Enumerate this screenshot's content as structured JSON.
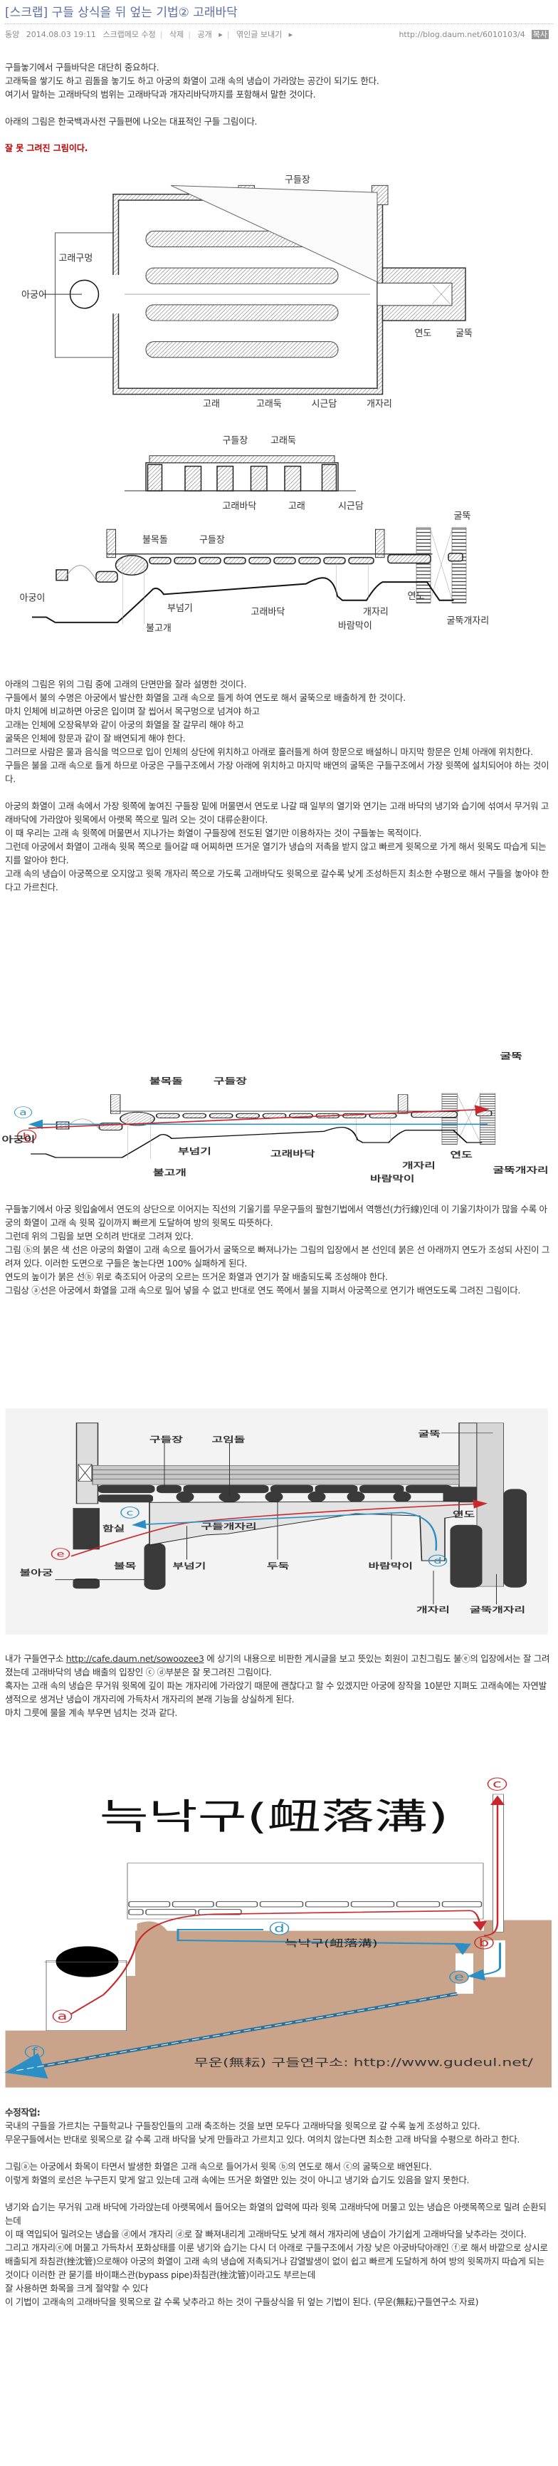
{
  "header": {
    "title": "[스크랩] 구들 상식을 뒤 엎는 기법② 고래바닥",
    "author": "동양",
    "datetime": "2014.08.03 19:11",
    "scrap_memo": "스크랩메모 수정",
    "delete": "삭제",
    "visibility": "공개",
    "send": "엮인글 보내기",
    "url": "http://blog.daum.net/6010103/4",
    "copy": "복사"
  },
  "intro": {
    "lines": [
      "구들놓기에서 구들바닥은 대단히 중요하다.",
      "고래둑을 쌓기도 하고 굄돌을 놓기도 하고 아궁의 화열이 고래 속의 냉습이 가라앉는 공간이 되기도 한다.",
      "여기서 말하는 고래바닥의 범위는 고래바닥과 개자리바닥까지를 포함해서 말한 것이다.",
      "",
      "아래의 그림은 한국백과사전 구들편에 나오는 대표적인 구들 그림이다.",
      ""
    ],
    "warning": "잘 못 그려진 그림이다."
  },
  "figure1": {
    "plan": [
      "구들장",
      "고래구멍",
      "아궁이",
      "연도",
      "굴뚝",
      "고래",
      "고래둑",
      "시근담",
      "개자리"
    ],
    "section_a": [
      "구들장",
      "고래둑",
      "고래바닥",
      "고래",
      "시근담"
    ],
    "section_b": [
      "굴뚝",
      "불목돌",
      "구들장",
      "아궁이",
      "부넘기",
      "고래바닥",
      "불고개",
      "바람막이",
      "개자리",
      "연도",
      "굴뚝개자리"
    ]
  },
  "text2": {
    "lines": [
      "아래의 그림은 위의 그림 중에 고래의 단면만을 잘라 설명한 것이다.",
      "구들에서 불의 수명은 아궁에서 발산한 화열을 고래 속으로 들게 하여 연도로 해서 굴뚝으로 배출하게 한 것이다.",
      "마치 인체에 비교하면 아궁은 입이며 잘 씹어서 목구멍으로 넘겨야 하고",
      "고래는 인체에 오장육부와 같이 아궁의 화열을 잘 갈무리 해야 하고",
      "굴뚝은 인체에 항문과 같이 잘 배연되게 해야 한다.",
      "그러므로 사람은 물과 음식을 먹으므로 입이 인체의 상단에 위치하고 아래로 흘러들게 하여 항문으로 배설하니 마지막 항문은 인체 아래에 위치한다.",
      "구들은 불을 고래 속으로 들게 하므로 아궁은 구들구조에서 가장 아래에 위치하고 마지막 배연의 굴뚝은  구들구조에서 가장 윗쪽에 설치되어야 하는 것이다.",
      "",
      "아궁의 화열이 고래 속에서 가장 윗쪽에 놓여진 구들장 밑에 머물면서 연도로 나갈 때 일부의 열기와 연기는 고래 바닥의 냉기와 습기에 섞여서 무거워 고래바닥에 가라앉아 윗목에서 아랫목 쪽으로 밀려 오는 것이 대류순환이다.",
      "이 때 우리는 고래 속 윗쪽에 머물면서 지나가는 화열이 구들장에 전도된 열기만 이용하자는 것이 구들놓는 목적이다.",
      "그런데 아궁에서 화열이 고래속 윗목 쪽으로 들어갈 때 어찌하면 뜨거운 열기가 냉습의 저촉을 받지 않고 빠르게 윗목으로 가게 해서 윗목도 따습게 되는지를 알아야  한다.",
      "고래 속의 냉습이 아궁쪽으로 오지않고 윗목 개자리 쪽으로 가도록 고래바닥도 윗목으로 갈수록 낮게 조성하든지 최소한 수평으로 해서 구들을 놓아야 한다고 가르친다."
    ]
  },
  "figure2": {
    "labels": [
      "굴뚝",
      "불목돌",
      "구들장",
      "아궁이",
      "부넘기",
      "고래바닥",
      "불고개",
      "바람막이",
      "개자리",
      "연도",
      "굴뚝개자리"
    ],
    "markers": [
      "a",
      "b"
    ]
  },
  "text4": {
    "lines": [
      "구들놓기에서 아궁 윗입술에서 연도의 상단으로 이어지는 직선의 기울기를 무운구들의 팔현기법에서 역행선(力行線)인데 이 기울기차이가 많을 수록 아궁의 화열이 고래 속 윗목 깊이까지 빠르게 도달하여 방의 윗목도 따뜻하다.",
      "그런데 위의 그림을 보면 오히려 반대로 그려져 있다.",
      "그림 ⓑ의 붉은 색 선은 아궁의 화열이 고래 속으로 들어가서 굴뚝으로 빠져나가는 그림의 입장에서 본 선인데 붉은 선 아래까지 연도가 조성되 사진이 그려져 있다. 이러한 도면으로 구들은 놓는다면 100% 실패하게 된다.",
      "연도의 높이가 붉은 선ⓑ 위로 축조되어 아궁의 오르는 뜨거운 화열과 연기가 잘 배출되도록 조성해야 한다.",
      "그림상 ⓐ선은 아궁에서 화열을 고래 속으로 밀어 넣을 수 없고 반대로 연도 쪽에서 불을 지펴서 아궁쪽으로 연기가 배연도도록 그려진 그림이다."
    ]
  },
  "figure3": {
    "labels": [
      "구들장",
      "고임돌",
      "굴뚝",
      "연도",
      "함실",
      "구들개자리",
      "불아궁",
      "불목",
      "부넘기",
      "두둑",
      "바람막이",
      "개자리",
      "굴뚝개자리"
    ],
    "markers": [
      "c",
      "e",
      "d"
    ]
  },
  "text5": {
    "line1_prefix": "내가 구들연구소 ",
    "line1_link": "http://cafe.daum.net/sowoozee3",
    "line1_suffix": " 에 상기의 내용으로 비판한 게시글을 보고 뜻있는 회원이 고친그림도 불ⓔ의 입장에서는 잘 그려졌는데 고래바닥의 냉습 배출의 입장인 ⓒ ⓓ부분은 잘 못그려진 그림이다.",
    "lines": [
      "혹자는 고래 속의 냉습은 무거워 윗목에 깊이 파논 개자리에 가라앉기 때문에 괜찮다고 할 수 있겠지만 아궁에 장작을 10분만 지펴도 고래속에는 자연발생적으로 생겨난 냉습이 개자리에 가득차서 개자리의 본래 기능을 상실하게 된다.",
      "마치 그릇에 물을 계속 부우면 넘치는 것과 같다."
    ]
  },
  "figure4": {
    "title": "늑낙구(衄落溝)",
    "inner_label": "늑낙구(衄落溝)",
    "credit": "무운(無耘) 구들연구소: http://www.gudeul.net/",
    "markers": [
      "a",
      "b",
      "c",
      "d",
      "e",
      "f"
    ]
  },
  "text6": {
    "heading": "수정작업:",
    "lines": [
      "국내의 구들을 가르치는 구들학교나 구들장인들의 고래 축조하는 것을 보면 모두다 고래바닥을 윗목으로 갈 수록 높게 조성하고 있다.",
      "무운구들에서는 반대로 윗목으로 갈 수록 고래 바닥을 낮게 만들라고 가르치고 있다. 여의치 않는다면 최소한 고래 바닥을 수평으로 하라고 한다.",
      "",
      "그림ⓐ는 아궁에서 화목이 타면서 발생한 화열은 고래 속으로 들어가서 윗목 ⓑ의 연도로 해서 ⓒ의 굴뚝으로 배연된다.",
      "이렇게 화열의 로선은 누구든지 맞게 알고 있는데 고래 속에는 뜨거운 화열만 있는 것이 아니고 냉기와 습기도 있음을 알지 못한다.",
      "",
      "냉기와 습기는 무거워 고래 바닥에 가라앉는데 아랫목에서 들어오는 화열의 압력에 따라 윗목 고래바닥에 머물고 있는 냉습은 아랫목쪽으로 밀려 순환되는데",
      "이 때 역입되어 밀려오는 냉습을 ⓓ에서 개자리 ⓓ로 잘 빠져내리게 고래바닥도 낮게 해서 개자리에 냉습이 가기쉽게 고래바닥을 낮추라는 것이다.",
      "그리고 개자리ⓔ에 머물고 가득차서 포화상태를 이룬 냉기와 습기는 다시 더 아래로 구들구조에서 가장 낮은 아궁바닥아래인 ⓕ로 해서 바깥으로 상시로 배출되게 좌침관(挫沈管)으로해야 아궁의 화열이 고래 속의 냉습에 저촉되거나 감열발생이 없이 쉽고 빠르게 도달하게 하여 방의 윗목까지 따습게 되는 것이다  이러한 관 묻기를 바이패스관(bypass pipe)좌침관(挫沈管)이라고도 부르는데",
      "잘 사용하면 화목을 크게 절약할 수 있다",
      "이 기법이 고래속의 고래바닥을 윗목으로 갈 수록 낮추라고 하는 것이 구들상식을 뒤 엎는 기법이 된다. (무운(無耘)구들연구소 자료)"
    ]
  },
  "colors": {
    "title": "#5b6ea6",
    "warning": "#c00000",
    "flow_hot": "#c8282d",
    "flow_cold": "#2a8fc4",
    "earth": "#c9a48a"
  }
}
